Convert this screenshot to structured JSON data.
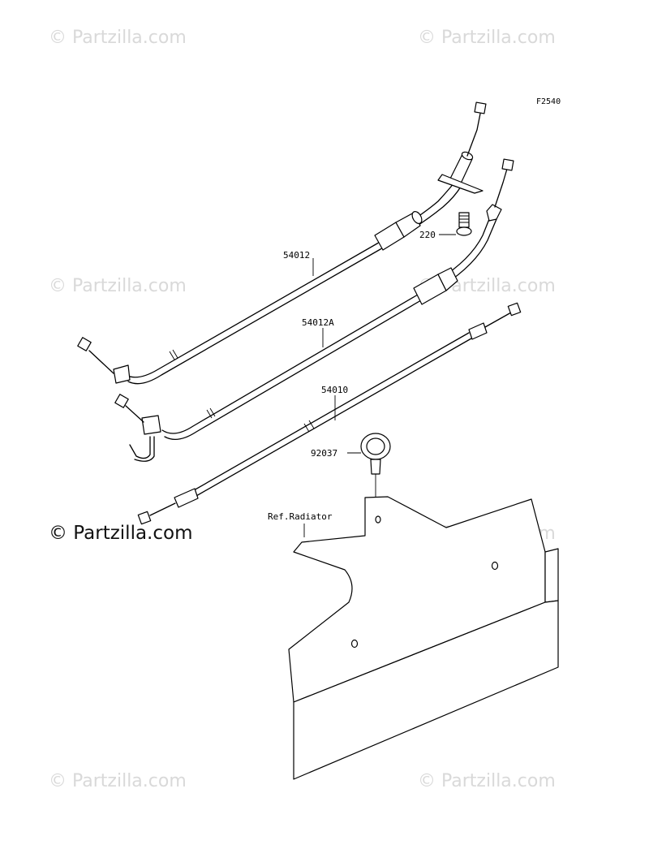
{
  "diagram_code": "F2540",
  "watermark_text": "© Partzilla.com",
  "main_watermark_text": "© Partzilla.com",
  "callouts": {
    "c54012": "54012",
    "c54012a": "54012A",
    "c54010": "54010",
    "c220": "220",
    "c92037": "92037",
    "ref_radiator": "Ref.Radiator"
  }
}
